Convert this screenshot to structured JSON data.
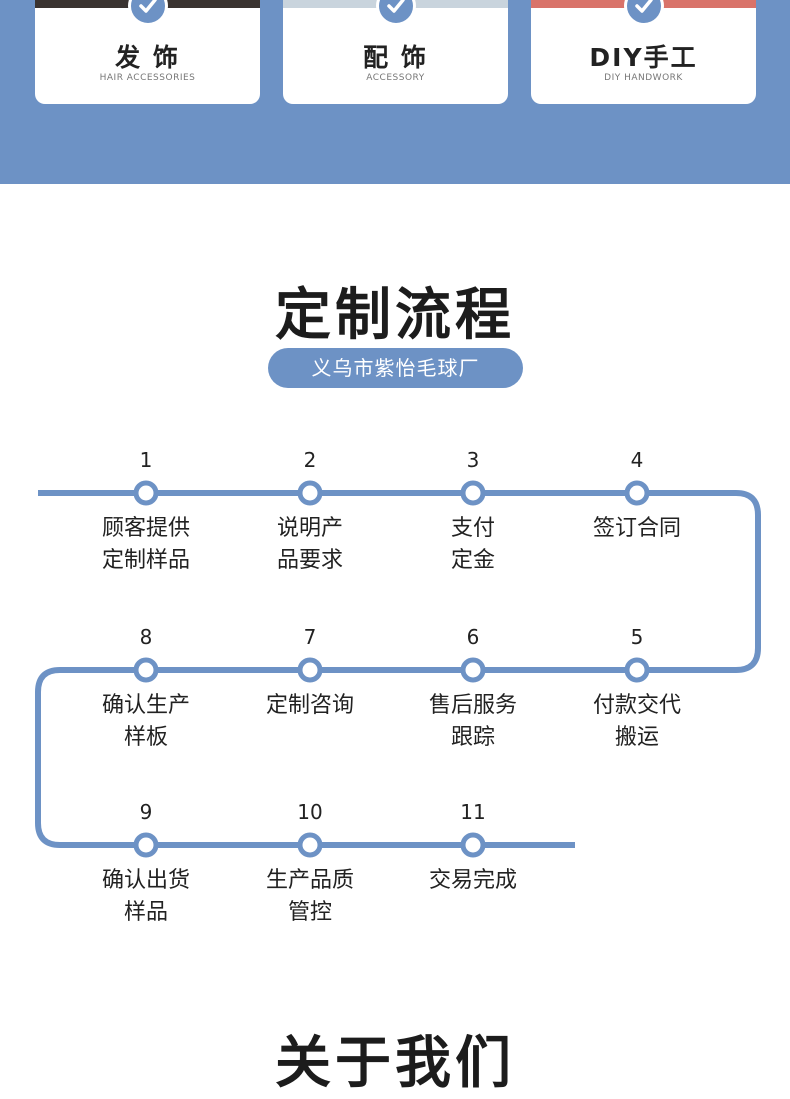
{
  "categories": [
    {
      "title": "发 饰",
      "subtitle": "HAIR ACCESSORIES"
    },
    {
      "title": "配 饰",
      "subtitle": "ACCESSORY"
    },
    {
      "title": "DIY手工",
      "subtitle": "DIY HANDWORK"
    }
  ],
  "process": {
    "title": "定制流程",
    "company": "义乌市紫怡毛球厂",
    "steps": [
      {
        "num": "1",
        "line1": "顾客提供",
        "line2": "定制样品"
      },
      {
        "num": "2",
        "line1": "说明产",
        "line2": "品要求"
      },
      {
        "num": "3",
        "line1": "支付",
        "line2": "定金"
      },
      {
        "num": "4",
        "line1": "签订合同",
        "line2": ""
      },
      {
        "num": "5",
        "line1": "付款交代",
        "line2": "搬运"
      },
      {
        "num": "6",
        "line1": "售后服务",
        "line2": "跟踪"
      },
      {
        "num": "7",
        "line1": "定制咨询",
        "line2": ""
      },
      {
        "num": "8",
        "line1": "确认生产",
        "line2": "样板"
      },
      {
        "num": "9",
        "line1": "确认出货",
        "line2": "样品"
      },
      {
        "num": "10",
        "line1": "生产品质",
        "line2": "管控"
      },
      {
        "num": "11",
        "line1": "交易完成",
        "line2": ""
      }
    ]
  },
  "about": {
    "title": "关于我们"
  },
  "colors": {
    "accent": "#6d92c5",
    "band": "#6d92c5"
  },
  "icons": [
    "check-icon"
  ]
}
